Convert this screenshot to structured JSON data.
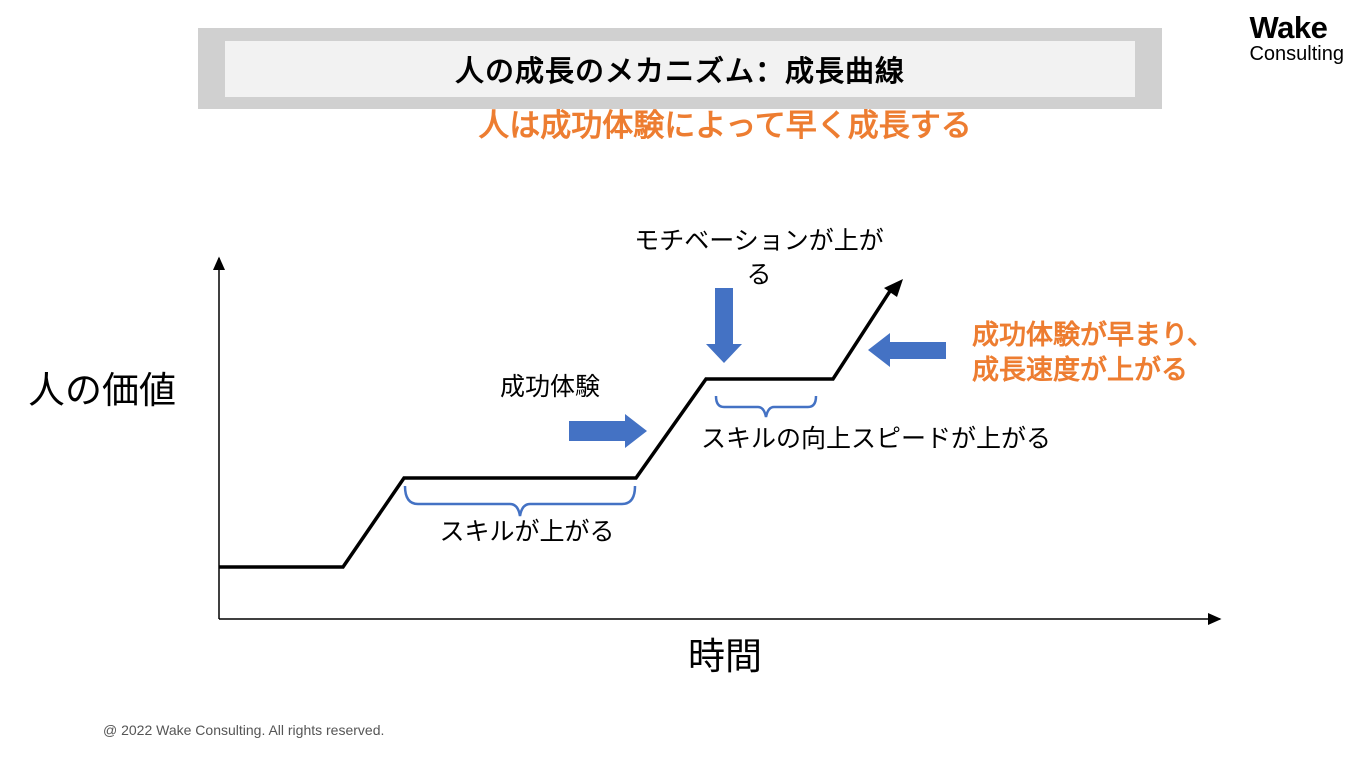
{
  "title": "人の成長のメカニズム：成長曲線",
  "logo": {
    "line1": "Wake",
    "line2": "Consulting"
  },
  "subtitle": "人は成功体験によって早く成長する",
  "axes": {
    "y_label": "人の価値",
    "x_label": "時間"
  },
  "labels": {
    "success": "成功体験",
    "motivation": "モチベーションが上がる",
    "skill_up": "スキルが上がる",
    "skill_speed": "スキルの向上スピードが上がる",
    "faster": [
      "成功体験が早まり、",
      "成長速度が上がる"
    ]
  },
  "colors": {
    "accent_orange": "#ed7d31",
    "arrow_blue": "#4472c4",
    "title_band": "#d0d0d0"
  },
  "footer": "@ 2022 Wake Consulting. All rights reserved."
}
